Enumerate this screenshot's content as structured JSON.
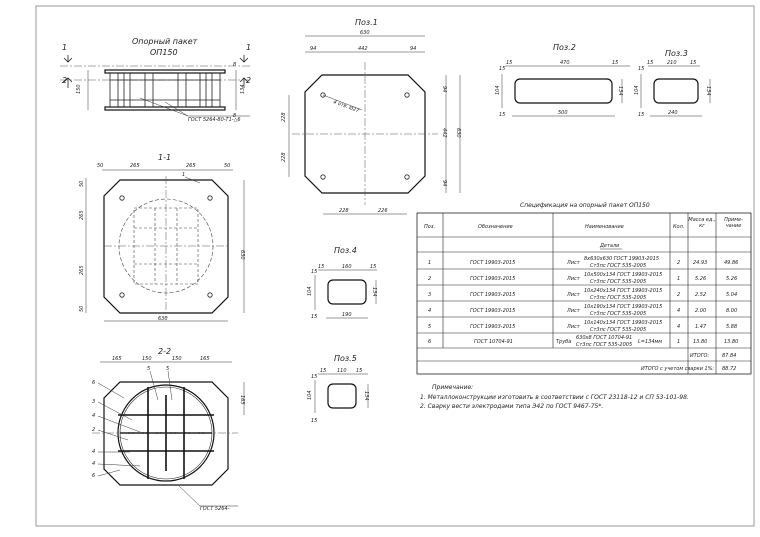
{
  "assembly": {
    "title_line1": "Опорный пакет",
    "title_line2": "ОП150",
    "section1_label": "1",
    "section2_label": "2",
    "dim_height": "150",
    "dim_8": "8",
    "dim_134": "134",
    "weld_note": "ГОСТ 5264-80-Т1-△6"
  },
  "view11": {
    "title": "1-1",
    "dims_top": [
      "50",
      "265",
      "265",
      "50"
    ],
    "dims_left": [
      "50",
      "265",
      "265",
      "50"
    ],
    "dim_right": "630",
    "dim_bottom": "630",
    "leader": "1"
  },
  "view22": {
    "title": "2-2",
    "dims_top": [
      "165",
      "150",
      "150",
      "165"
    ],
    "dim_right": "165",
    "leaders": [
      "5",
      "5",
      "6",
      "3",
      "4",
      "2",
      "4",
      "4",
      "6"
    ],
    "weld_note": "ГОСТ 5264-"
  },
  "pos1": {
    "title": "Поз.1",
    "dim_overall": "630",
    "dims_top": [
      "94",
      "442",
      "94"
    ],
    "dims_left": [
      "228",
      "228"
    ],
    "dims_right": [
      "94",
      "442",
      "94"
    ],
    "dim_right_overall": "630",
    "dims_bottom": [
      "228",
      "226"
    ],
    "hole_note": "4 отв. Ø27"
  },
  "pos2": {
    "title": "Поз.2",
    "dims_top": [
      "15",
      "470",
      "15"
    ],
    "dim_left": "104",
    "dims_left_small": [
      "15",
      "15"
    ],
    "dim_right": "134",
    "dim_bottom": "500"
  },
  "pos3": {
    "title": "Поз.3",
    "dims_top": [
      "15",
      "210",
      "15"
    ],
    "dim_left": "104",
    "dims_left_small": [
      "15",
      "15"
    ],
    "dim_right": "134",
    "dim_bottom": "240"
  },
  "pos4": {
    "title": "Поз.4",
    "dims_top": [
      "15",
      "160",
      "15"
    ],
    "dim_left": "104",
    "dims_left_small": [
      "15",
      "15"
    ],
    "dim_right": "134",
    "dim_bottom": "190"
  },
  "pos5": {
    "title": "Поз.5",
    "dims_top": [
      "15",
      "110",
      "15"
    ],
    "dim_left": "104",
    "dims_left_small": [
      "15",
      "15"
    ],
    "dim_right": "134"
  },
  "spec": {
    "title": "Спецификация на опорный пакет ОП150",
    "headers": [
      "Поз.",
      "Обозначение",
      "Наименование",
      "Кол.",
      "Масса ед., кг",
      "Приме- чание"
    ],
    "section": "Детали",
    "rows": [
      {
        "pos": "1",
        "code": "ГОСТ 19903-2015",
        "name1": "8х630х630 ГОСТ 19903-2015",
        "name2": "Ст3пс ГОСТ 535-2005",
        "qty": "2",
        "mass": "24.93",
        "note": "49.86"
      },
      {
        "pos": "2",
        "code": "ГОСТ 19903-2015",
        "name1": "10х500х134 ГОСТ 19903-2015",
        "name2": "Ст3пс ГОСТ 535-2005",
        "qty": "1",
        "mass": "5.26",
        "note": "5.26"
      },
      {
        "pos": "3",
        "code": "ГОСТ 19903-2015",
        "name1": "10х240х134 ГОСТ 19903-2015",
        "name2": "Ст3пс ГОСТ 535-2005",
        "qty": "2",
        "mass": "2.52",
        "note": "5.04"
      },
      {
        "pos": "4",
        "code": "ГОСТ 19903-2015",
        "name1": "10х190х134 ГОСТ 19903-2015",
        "name2": "Ст3пс ГОСТ 535-2005",
        "qty": "4",
        "mass": "2.00",
        "note": "8.00"
      },
      {
        "pos": "5",
        "code": "ГОСТ 19903-2015",
        "name1": "10х140х134 ГОСТ 19903-2015",
        "name2": "Ст3пс ГОСТ 535-2005",
        "qty": "4",
        "mass": "1.47",
        "note": "5.88"
      },
      {
        "pos": "6",
        "code": "ГОСТ 10704-91",
        "name1": "630х8 ГОСТ 10704-91",
        "name2": "Ст3пс ГОСТ 535-2005",
        "qty": "1",
        "mass": "13.80",
        "note": "13.80"
      }
    ],
    "prefix_list": "Лист",
    "prefix_pipe": "Труба",
    "pipe_length": "L=134мм",
    "total_label": "ИТОГО:",
    "total_value": "87.84",
    "total_weld_label": "ИТОГО с учетом сварки 1%:",
    "total_weld_value": "88.72"
  },
  "notes": {
    "title": "Примечание:",
    "line1": "1.  Металлоконструкции изготовить в соответствии с ГОСТ 23118-12 и СП 53-101-98.",
    "line2": "2. Сварку вести электродами типа Э42 по ГОСТ 9467-75*."
  }
}
